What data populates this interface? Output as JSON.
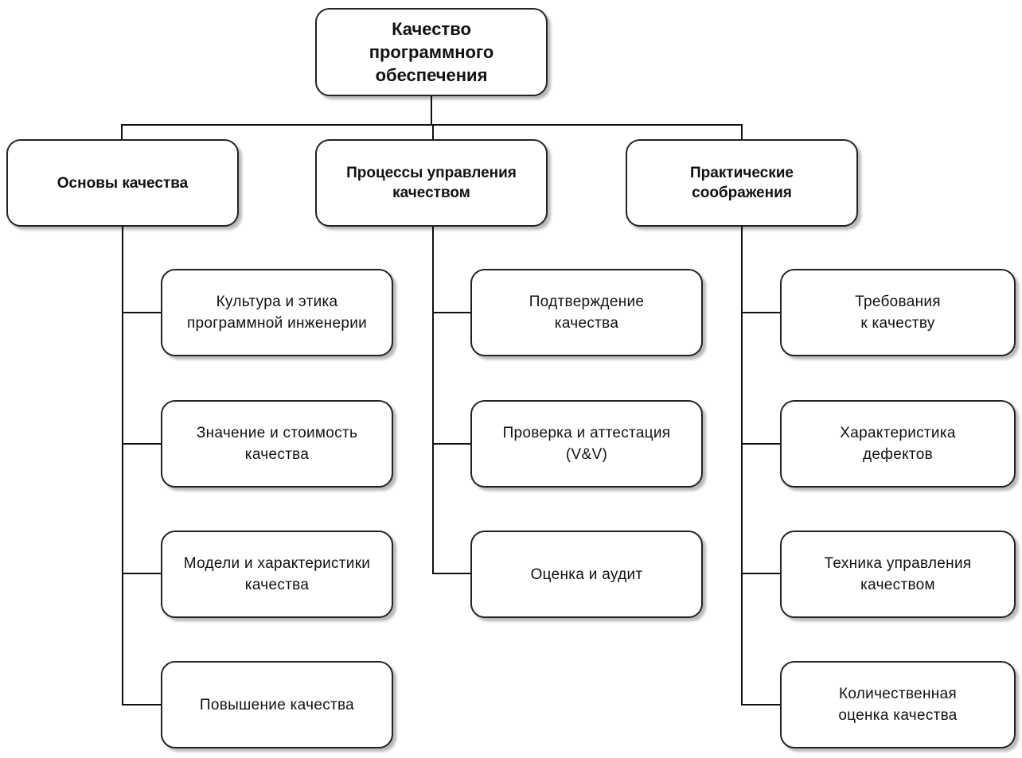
{
  "root": {
    "lines": [
      "Качество",
      "программного",
      "обеспечения"
    ]
  },
  "categories": [
    {
      "lines": [
        "Основы качества"
      ],
      "items": [
        {
          "lines": [
            "Культура и этика",
            "программной инженерии"
          ]
        },
        {
          "lines": [
            "Значение и стоимость",
            "качества"
          ]
        },
        {
          "lines": [
            "Модели и характеристики",
            "качества"
          ]
        },
        {
          "lines": [
            "Повышение качества"
          ]
        }
      ]
    },
    {
      "lines": [
        "Процессы управления",
        "качеством"
      ],
      "items": [
        {
          "lines": [
            "Подтверждение",
            "качества"
          ]
        },
        {
          "lines": [
            "Проверка и аттестация",
            "(V&V)"
          ]
        },
        {
          "lines": [
            "Оценка и аудит"
          ]
        }
      ]
    },
    {
      "lines": [
        "Практические",
        "соображения"
      ],
      "items": [
        {
          "lines": [
            "Требования",
            "к качеству"
          ]
        },
        {
          "lines": [
            "Характеристика",
            "дефектов"
          ]
        },
        {
          "lines": [
            "Техника управления",
            "качеством"
          ]
        },
        {
          "lines": [
            "Количественная",
            "оценка качества"
          ]
        }
      ]
    }
  ]
}
